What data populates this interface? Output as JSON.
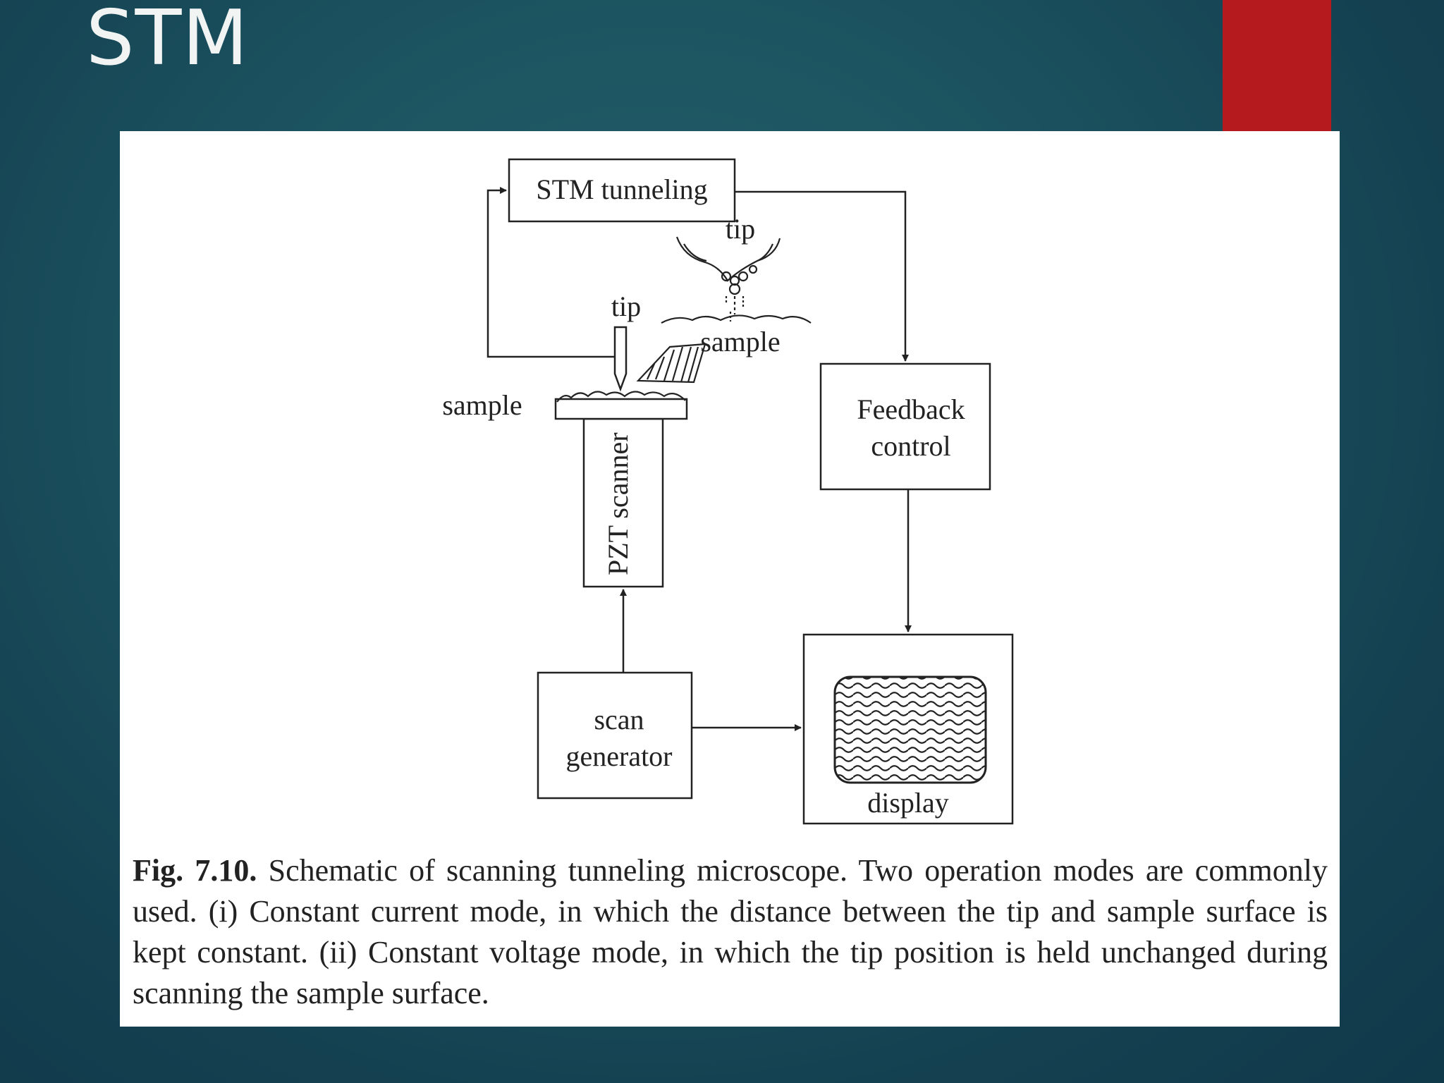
{
  "slide": {
    "title": "STM",
    "accent_color": "#b51a1e"
  },
  "diagram": {
    "stm_tunneling_label": "STM tunneling",
    "feedback_label_line1": "Feedback",
    "feedback_label_line2": "control",
    "scan_label_line1": "scan",
    "scan_label_line2": "generator",
    "display_label": "display",
    "pzt_label": "PZT scanner",
    "tip_label_main": "tip",
    "sample_label_main": "sample",
    "tip_label_inset": "tip",
    "sample_label_inset": "sample"
  },
  "caption": {
    "figure_number": "Fig. 7.10.",
    "text": "Schematic of scanning tunneling microscope. Two operation modes are commonly used. (i) Constant current mode, in which the distance between the tip and sample surface is kept constant. (ii) Constant voltage mode, in which the tip position is held unchanged during scanning the sample surface."
  }
}
